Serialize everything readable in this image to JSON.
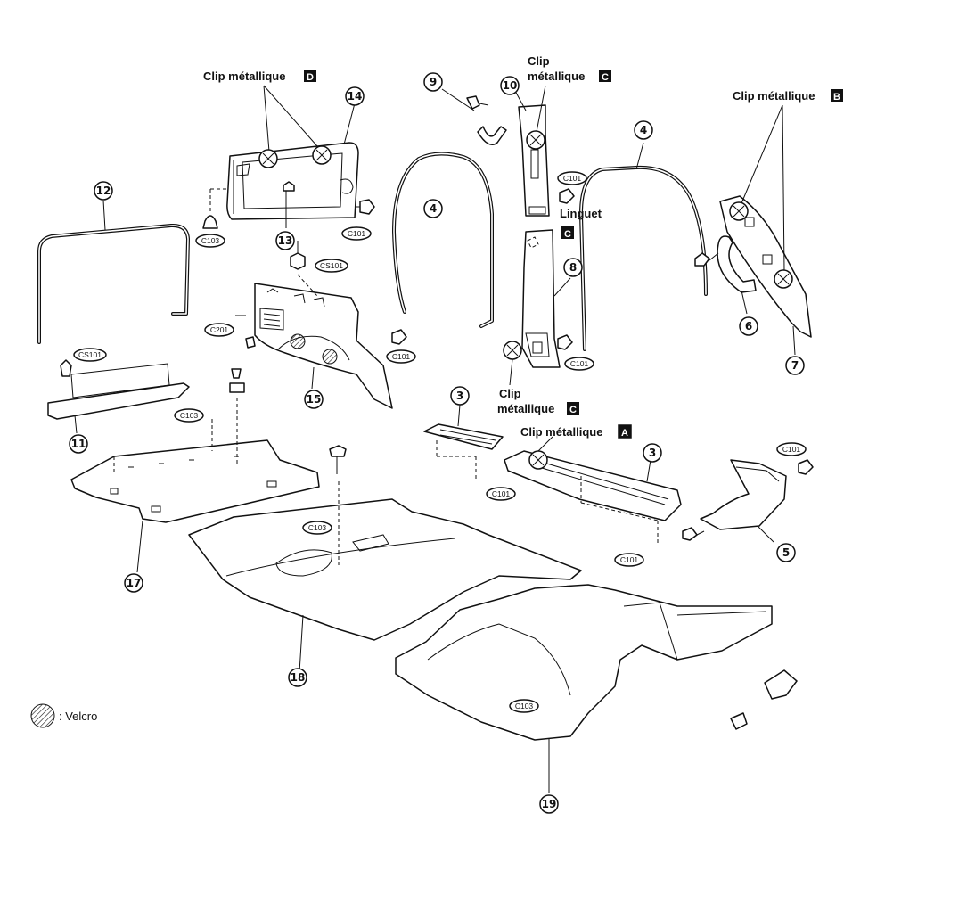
{
  "clip_labels": {
    "d": {
      "text": "Clip métallique",
      "letter": "D"
    },
    "c_top_line1": "Clip",
    "c_top_line2": {
      "text": "métallique",
      "letter": "C"
    },
    "b": {
      "text": "Clip métallique",
      "letter": "B"
    },
    "c_bottom_line1": "Clip",
    "c_bottom_line2": {
      "text": "métallique",
      "letter": "C"
    },
    "a": {
      "text": "Clip métallique",
      "letter": "A"
    }
  },
  "linguet": "Linguet",
  "linguet_letter": "C",
  "part_numbers": {
    "p3a": "3",
    "p3b": "3",
    "p4a": "4",
    "p4b": "4",
    "p5": "5",
    "p6": "6",
    "p7": "7",
    "p8": "8",
    "p9": "9",
    "p10": "10",
    "p11": "11",
    "p12": "12",
    "p13": "13",
    "p14": "14",
    "p15": "15",
    "p17": "17",
    "p18": "18",
    "p19": "19"
  },
  "fastener_codes": {
    "c103_a": "C103",
    "c101_a": "C101",
    "cs101_a": "CS101",
    "c201": "C201",
    "c101_b": "C101",
    "c101_c": "C101",
    "c101_d": "C101",
    "cs101_b": "CS101",
    "c103_b": "C103",
    "c101_e": "C101",
    "c103_c": "C103",
    "c101_f": "C101",
    "c101_g": "C101",
    "c103_d": "C103"
  },
  "legend": {
    "text": ": Velcro",
    "symbol": "hatched-circle"
  }
}
